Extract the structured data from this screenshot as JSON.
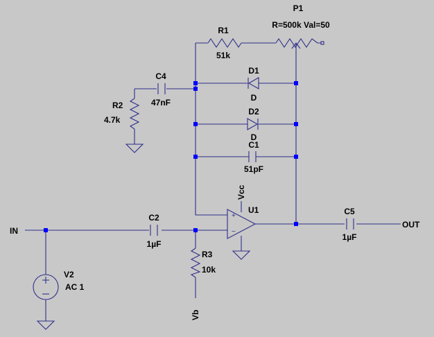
{
  "ports": {
    "in": "IN",
    "out": "OUT"
  },
  "components": {
    "p1": {
      "name": "P1",
      "value": "R=500k Val=50"
    },
    "r1": {
      "name": "R1",
      "value": "51k"
    },
    "c4": {
      "name": "C4",
      "value": "47nF"
    },
    "r2": {
      "name": "R2",
      "value": "4.7k"
    },
    "d1": {
      "name": "D1",
      "value": "D"
    },
    "d2": {
      "name": "D2",
      "value": "D"
    },
    "c1": {
      "name": "C1",
      "value": "51pF"
    },
    "u1": {
      "name": "U1",
      "supply": "Vcc"
    },
    "c2": {
      "name": "C2",
      "value": "1µF"
    },
    "r3": {
      "name": "R3",
      "value": "10k",
      "bias": "Vb"
    },
    "c5": {
      "name": "C5",
      "value": "1µF"
    },
    "v2": {
      "name": "V2",
      "value": "AC 1"
    }
  },
  "symbols": {
    "plus": "+",
    "minus": "−"
  },
  "colors": {
    "background": "#c8c8c8",
    "wire": "#2e2e8a",
    "junction": "#0000ff",
    "text": "#000000"
  }
}
